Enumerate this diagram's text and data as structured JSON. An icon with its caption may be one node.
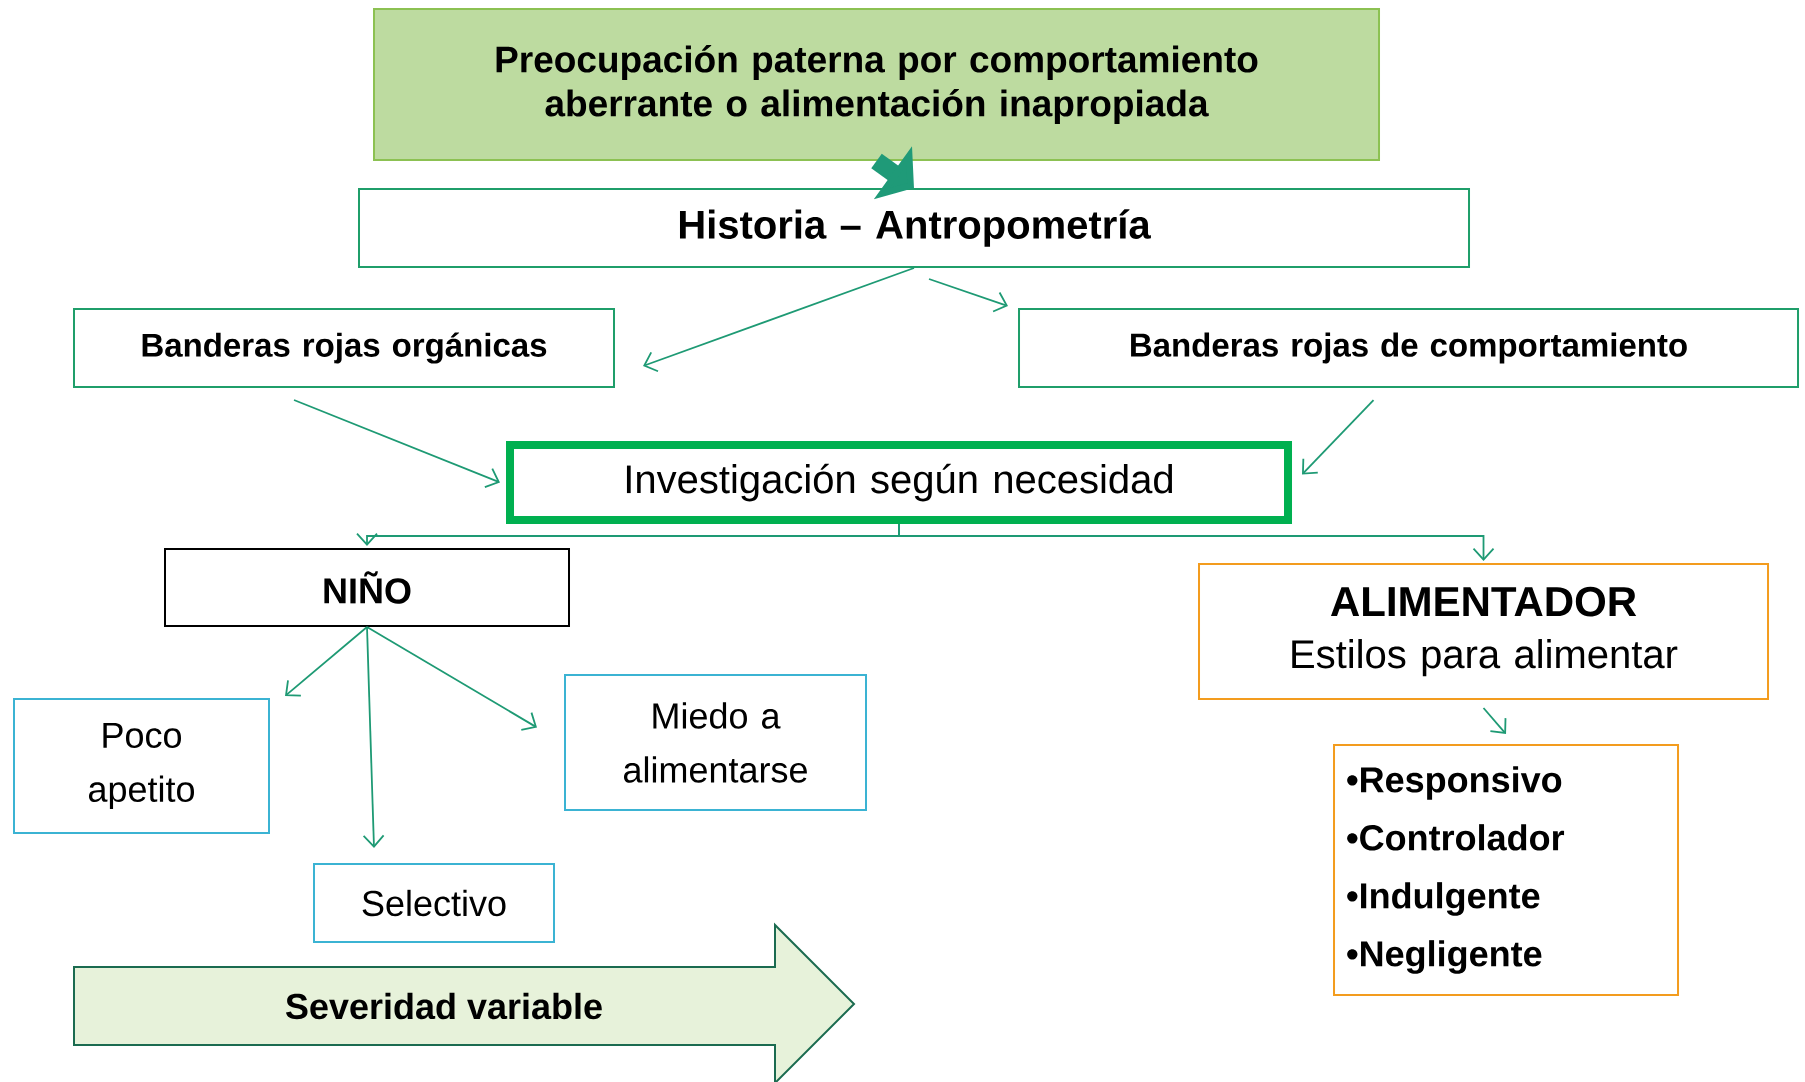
{
  "diagram": {
    "nodes": [
      {
        "text": [
          "Preocupación paterna por comportamiento aberrante o alimentación inapropiada"
        ]
      },
      {
        "text": [
          "Historia – Antropometría"
        ]
      },
      {
        "text": [
          "Banderas rojas orgánicas"
        ]
      },
      {
        "text": [
          "Banderas rojas de comportamiento"
        ]
      },
      {
        "text": [
          "Investigación según necesidad"
        ]
      },
      {
        "text": [
          "NIÑO"
        ]
      },
      {
        "text": [
          "ALIMENTADOR",
          "Estilos para alimentar"
        ]
      },
      {
        "text": [
          "Poco apetito"
        ]
      },
      {
        "text": [
          "Selectivo"
        ]
      },
      {
        "text": [
          "Miedo a alimentarse"
        ]
      },
      {
        "text": [
          "•Responsivo",
          "•Controlador",
          "•Indulgente",
          "•Negligente"
        ]
      },
      {
        "text": [
          "Severidad variable"
        ]
      }
    ],
    "edges": [
      {
        "from": 0,
        "to": 1,
        "arrow": "to",
        "style": "thick"
      },
      {
        "from": 1,
        "to": 2,
        "arrow": "to"
      },
      {
        "from": 1,
        "to": 3,
        "arrow": "to"
      },
      {
        "from": 2,
        "to": 4,
        "arrow": "to"
      },
      {
        "from": 3,
        "to": 4,
        "arrow": "to"
      },
      {
        "from": 4,
        "to": 5,
        "arrow": "to"
      },
      {
        "from": 4,
        "to": 6,
        "arrow": "to"
      },
      {
        "from": 5,
        "to": 7,
        "arrow": "to"
      },
      {
        "from": 5,
        "to": 8,
        "arrow": "to"
      },
      {
        "from": 5,
        "to": 9,
        "arrow": "to"
      },
      {
        "from": 6,
        "to": 10,
        "arrow": "to"
      }
    ]
  }
}
